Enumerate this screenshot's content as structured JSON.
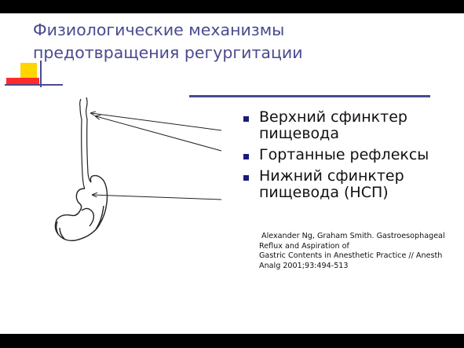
{
  "title_lines": [
    "Физиологические механизмы",
    "предотвращения регургитации"
  ],
  "bullets": [
    {
      "lines": [
        "Верхний сфинктер",
        "пищевода"
      ]
    },
    {
      "lines": [
        "Гортанные рефлексы"
      ]
    },
    {
      "lines": [
        "Нижний сфинктер",
        "пищевода (НСП)"
      ]
    }
  ],
  "reference_lines": [
    "Alexander Ng, Graham Smith. Gastroesophageal",
    "Reflux and Aspiration of",
    "Gastric Contents in Anesthetic Practice // Anesth",
    "Analg 2001;93:494-513"
  ],
  "colors": {
    "title": "#4a4a8e",
    "bullet_square": "#1b1b7a",
    "accent_yellow": "#ffd400",
    "accent_red": "#ff2a2a",
    "frame": "#000000"
  },
  "diagram": {
    "name": "esophagus-stomach-diagram"
  }
}
